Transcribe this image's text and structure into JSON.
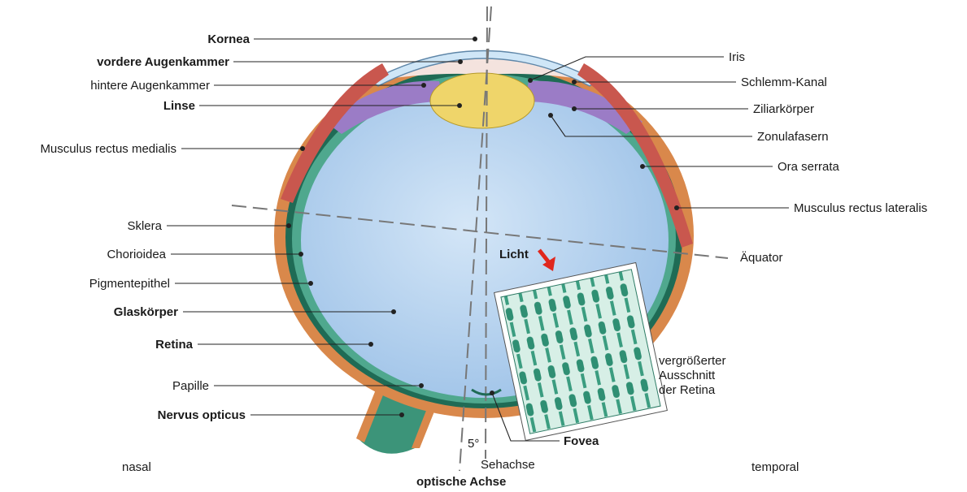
{
  "labels_left": {
    "kornea": "Kornea",
    "vordere_augenkammer": "vordere Augenkammer",
    "hintere_augenkammer": "hintere Augenkammer",
    "linse": "Linse",
    "musculus_rectus_medialis": "Musculus rectus medialis",
    "sklera": "Sklera",
    "chorioidea": "Chorioidea",
    "pigmentepithel": "Pigmentepithel",
    "glaskoerper": "Glaskörper",
    "retina": "Retina",
    "papille": "Papille",
    "nervus_opticus": "Nervus opticus"
  },
  "labels_right": {
    "iris": "Iris",
    "schlemm_kanal": "Schlemm-Kanal",
    "ziliarkoerper": "Ziliarkörper",
    "zonulafasern": "Zonulafasern",
    "ora_serrata": "Ora serrata",
    "musculus_rectus_lateralis": "Musculus rectus lateralis",
    "aequator": "Äquator",
    "fovea": "Fovea"
  },
  "inset": {
    "light": "Licht",
    "caption_line1": "vergrößerter",
    "caption_line2": "Ausschnitt",
    "caption_line3": "der Retina"
  },
  "bottom": {
    "nasal": "nasal",
    "temporal": "temporal",
    "sehachse": "Sehachse",
    "optische_achse": "optische Achse",
    "angle": "5°"
  },
  "colors": {
    "vitreous": "#b9d6f2",
    "sclera": "#d9884b",
    "choroid": "#2c7a64",
    "retina": "#4fa88e",
    "cornea": "#cfe6f7",
    "lens": "#efd56a",
    "iris_ciliary": "#9b7cc6",
    "muscle": "#c9574e",
    "arrow": "#e0271d"
  }
}
